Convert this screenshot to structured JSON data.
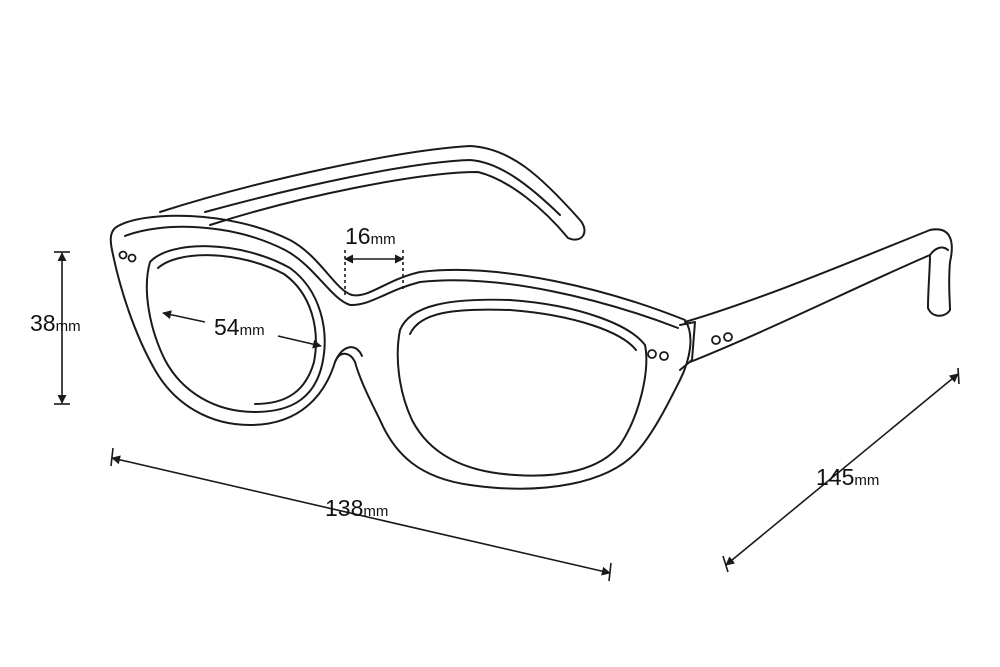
{
  "colors": {
    "line": "#1a1a1a",
    "background": "#ffffff"
  },
  "dimensions": {
    "height": {
      "value": "38",
      "unit": "mm"
    },
    "lens": {
      "value": "54",
      "unit": "mm"
    },
    "bridge": {
      "value": "16",
      "unit": "mm"
    },
    "frame_width": {
      "value": "138",
      "unit": "mm"
    },
    "temple": {
      "value": "145",
      "unit": "mm"
    }
  }
}
